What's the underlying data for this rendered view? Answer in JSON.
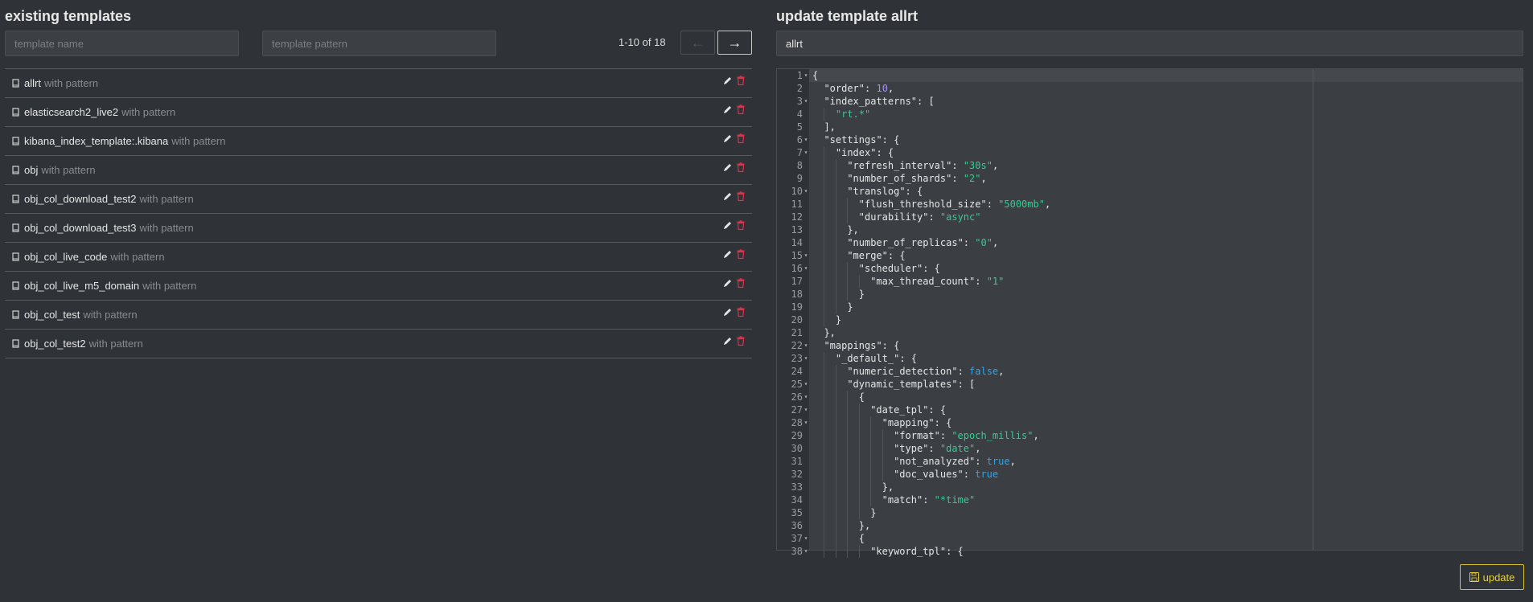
{
  "left": {
    "heading": "existing templates",
    "name_filter_placeholder": "template name",
    "pattern_filter_placeholder": "template pattern",
    "pager": {
      "label": "1-10 of 18",
      "prev": "←",
      "next": "→"
    },
    "templates": [
      {
        "name": "allrt",
        "suffix": "with pattern"
      },
      {
        "name": "elasticsearch2_live2",
        "suffix": "with pattern"
      },
      {
        "name": "kibana_index_template:.kibana",
        "suffix": "with pattern"
      },
      {
        "name": "obj",
        "suffix": "with pattern"
      },
      {
        "name": "obj_col_download_test2",
        "suffix": "with pattern"
      },
      {
        "name": "obj_col_download_test3",
        "suffix": "with pattern"
      },
      {
        "name": "obj_col_live_code",
        "suffix": "with pattern"
      },
      {
        "name": "obj_col_live_m5_domain",
        "suffix": "with pattern"
      },
      {
        "name": "obj_col_test",
        "suffix": "with pattern"
      },
      {
        "name": "obj_col_test2",
        "suffix": "with pattern"
      }
    ]
  },
  "right": {
    "heading": "update template allrt",
    "name_value": "allrt",
    "update_label": "update",
    "editor": {
      "active_line": 1,
      "lines": [
        {
          "n": "1",
          "fold": true,
          "ind": 0,
          "t": [
            [
              "k",
              "{"
            ]
          ]
        },
        {
          "n": "2",
          "ind": 1,
          "t": [
            [
              "k",
              "\"order\": "
            ],
            [
              "n",
              "10"
            ],
            [
              "k",
              ","
            ]
          ]
        },
        {
          "n": "3",
          "fold": true,
          "ind": 1,
          "t": [
            [
              "k",
              "\"index_patterns\": ["
            ]
          ]
        },
        {
          "n": "4",
          "ind": 2,
          "t": [
            [
              "s",
              "\"rt.*\""
            ]
          ]
        },
        {
          "n": "5",
          "ind": 1,
          "t": [
            [
              "k",
              "],"
            ]
          ]
        },
        {
          "n": "6",
          "fold": true,
          "ind": 1,
          "t": [
            [
              "k",
              "\"settings\": {"
            ]
          ]
        },
        {
          "n": "7",
          "fold": true,
          "ind": 2,
          "t": [
            [
              "k",
              "\"index\": {"
            ]
          ]
        },
        {
          "n": "8",
          "ind": 3,
          "t": [
            [
              "k",
              "\"refresh_interval\": "
            ],
            [
              "s",
              "\"30s\""
            ],
            [
              "k",
              ","
            ]
          ]
        },
        {
          "n": "9",
          "ind": 3,
          "t": [
            [
              "k",
              "\"number_of_shards\": "
            ],
            [
              "s",
              "\"2\""
            ],
            [
              "k",
              ","
            ]
          ]
        },
        {
          "n": "10",
          "fold": true,
          "ind": 3,
          "t": [
            [
              "k",
              "\"translog\": {"
            ]
          ]
        },
        {
          "n": "11",
          "ind": 4,
          "t": [
            [
              "k",
              "\"flush_threshold_size\": "
            ],
            [
              "s",
              "\"5000mb\""
            ],
            [
              "k",
              ","
            ]
          ]
        },
        {
          "n": "12",
          "ind": 4,
          "t": [
            [
              "k",
              "\"durability\": "
            ],
            [
              "s",
              "\"async\""
            ]
          ]
        },
        {
          "n": "13",
          "ind": 3,
          "t": [
            [
              "k",
              "},"
            ]
          ]
        },
        {
          "n": "14",
          "ind": 3,
          "t": [
            [
              "k",
              "\"number_of_replicas\": "
            ],
            [
              "s",
              "\"0\""
            ],
            [
              "k",
              ","
            ]
          ]
        },
        {
          "n": "15",
          "fold": true,
          "ind": 3,
          "t": [
            [
              "k",
              "\"merge\": {"
            ]
          ]
        },
        {
          "n": "16",
          "fold": true,
          "ind": 4,
          "t": [
            [
              "k",
              "\"scheduler\": {"
            ]
          ]
        },
        {
          "n": "17",
          "ind": 5,
          "t": [
            [
              "k",
              "\"max_thread_count\": "
            ],
            [
              "s",
              "\"1\""
            ]
          ]
        },
        {
          "n": "18",
          "ind": 4,
          "t": [
            [
              "k",
              "}"
            ]
          ]
        },
        {
          "n": "19",
          "ind": 3,
          "t": [
            [
              "k",
              "}"
            ]
          ]
        },
        {
          "n": "20",
          "ind": 2,
          "t": [
            [
              "k",
              "}"
            ]
          ]
        },
        {
          "n": "21",
          "ind": 1,
          "t": [
            [
              "k",
              "},"
            ]
          ]
        },
        {
          "n": "22",
          "fold": true,
          "ind": 1,
          "t": [
            [
              "k",
              "\"mappings\": {"
            ]
          ]
        },
        {
          "n": "23",
          "fold": true,
          "ind": 2,
          "t": [
            [
              "k",
              "\"_default_\": {"
            ]
          ]
        },
        {
          "n": "24",
          "ind": 3,
          "t": [
            [
              "k",
              "\"numeric_detection\": "
            ],
            [
              "b",
              "false"
            ],
            [
              "k",
              ","
            ]
          ]
        },
        {
          "n": "25",
          "fold": true,
          "ind": 3,
          "t": [
            [
              "k",
              "\"dynamic_templates\": ["
            ]
          ]
        },
        {
          "n": "26",
          "fold": true,
          "ind": 4,
          "t": [
            [
              "k",
              "{"
            ]
          ]
        },
        {
          "n": "27",
          "fold": true,
          "ind": 5,
          "t": [
            [
              "k",
              "\"date_tpl\": {"
            ]
          ]
        },
        {
          "n": "28",
          "fold": true,
          "ind": 6,
          "t": [
            [
              "k",
              "\"mapping\": {"
            ]
          ]
        },
        {
          "n": "29",
          "ind": 7,
          "t": [
            [
              "k",
              "\"format\": "
            ],
            [
              "s",
              "\"epoch_millis\""
            ],
            [
              "k",
              ","
            ]
          ]
        },
        {
          "n": "30",
          "ind": 7,
          "t": [
            [
              "k",
              "\"type\": "
            ],
            [
              "s",
              "\"date\""
            ],
            [
              "k",
              ","
            ]
          ]
        },
        {
          "n": "31",
          "ind": 7,
          "t": [
            [
              "k",
              "\"not_analyzed\": "
            ],
            [
              "b",
              "true"
            ],
            [
              "k",
              ","
            ]
          ]
        },
        {
          "n": "32",
          "ind": 7,
          "t": [
            [
              "k",
              "\"doc_values\": "
            ],
            [
              "b",
              "true"
            ]
          ]
        },
        {
          "n": "33",
          "ind": 6,
          "t": [
            [
              "k",
              "},"
            ]
          ]
        },
        {
          "n": "34",
          "ind": 6,
          "t": [
            [
              "k",
              "\"match\": "
            ],
            [
              "s",
              "\"*time\""
            ]
          ]
        },
        {
          "n": "35",
          "ind": 5,
          "t": [
            [
              "k",
              "}"
            ]
          ]
        },
        {
          "n": "36",
          "ind": 4,
          "t": [
            [
              "k",
              "},"
            ]
          ]
        },
        {
          "n": "37",
          "fold": true,
          "ind": 4,
          "t": [
            [
              "k",
              "{"
            ]
          ]
        },
        {
          "n": "38",
          "fold": true,
          "ind": 5,
          "t": [
            [
              "k",
              "\"keyword_tpl\": {"
            ]
          ]
        }
      ]
    }
  },
  "colors": {
    "accent": "#e8d23a",
    "delete": "#e0304a",
    "string": "#2fcf8f",
    "number": "#a58ef5",
    "boolean": "#2aa6f0"
  }
}
